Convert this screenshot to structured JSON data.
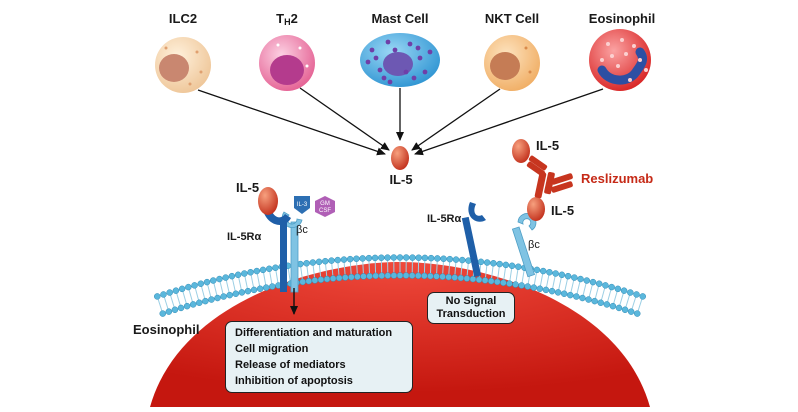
{
  "cells": [
    {
      "label": "ILC2",
      "sub": "",
      "color": "#f6d6b3"
    },
    {
      "label": "T",
      "sub": "H",
      "suffix": "2",
      "color": "#f07ca8"
    },
    {
      "label": "Mast Cell",
      "sub": "",
      "color": "#3fa9e3"
    },
    {
      "label": "NKT Cell",
      "sub": "",
      "color": "#f7c48e"
    },
    {
      "label": "Eosinophil",
      "sub": "",
      "color": "#e83a3a"
    }
  ],
  "center_label": "IL-5",
  "left_receptor": {
    "il5": "IL-5",
    "alpha": "IL-5Rα",
    "beta": "βc",
    "il3": "IL-3",
    "gm_csf_line1": "GM",
    "gm_csf_line2": "CSF"
  },
  "right_receptor": {
    "il5_top": "IL-5",
    "drug": "Reslizumab",
    "il5_bound": "IL-5",
    "alpha": "IL-5Rα",
    "beta": "βc"
  },
  "eosinophil_label": "Eosinophil",
  "no_signal": [
    "No Signal",
    "Transduction"
  ],
  "effects": [
    "Differentiation and maturation",
    "Cell migration",
    "Release of mediators",
    "Inhibition of apoptosis"
  ],
  "colors": {
    "membrane_head": "#5ab7dc",
    "cytoplasm": "#e0231d",
    "il5": "#d9432b",
    "antibody": "#c7351f",
    "receptor_alpha": "#1f5fa8",
    "receptor_beta": "#7fc3e3",
    "il3": "#2d6fb3",
    "gm_csf": "#b05fb6",
    "box_fill": "#e7f1f4"
  }
}
